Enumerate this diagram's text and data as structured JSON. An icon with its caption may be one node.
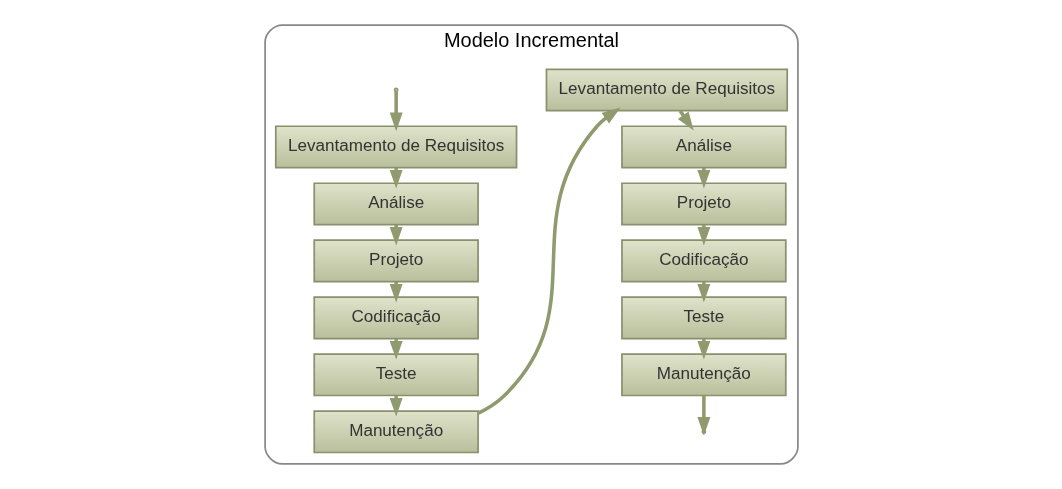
{
  "diagram": {
    "nodes": [
      {
        "text": [
          "Modelo Incremental"
        ]
      },
      {
        "text": [
          "Levantamento de Requisitos"
        ],
        "in": 0
      },
      {
        "text": [
          "Análise"
        ],
        "in": 0
      },
      {
        "text": [
          "Projeto"
        ],
        "in": 0
      },
      {
        "text": [
          "Codificação"
        ],
        "in": 0
      },
      {
        "text": [
          "Teste"
        ],
        "in": 0
      },
      {
        "text": [
          "Manutenção"
        ],
        "in": 0
      },
      {
        "text": [
          "Levantamento de Requisitos"
        ],
        "in": 0
      },
      {
        "text": [
          "Análise"
        ],
        "in": 0
      },
      {
        "text": [
          "Projeto"
        ],
        "in": 0
      },
      {
        "text": [
          "Codificação"
        ],
        "in": 0
      },
      {
        "text": [
          "Teste"
        ],
        "in": 0
      },
      {
        "text": [
          "Manutenção"
        ],
        "in": 0
      }
    ],
    "edges": [
      {
        "from": null,
        "to": 1,
        "arrow": "to"
      },
      {
        "from": 1,
        "to": 2,
        "arrow": "to"
      },
      {
        "from": 2,
        "to": 3,
        "arrow": "to"
      },
      {
        "from": 3,
        "to": 4,
        "arrow": "to"
      },
      {
        "from": 4,
        "to": 5,
        "arrow": "to"
      },
      {
        "from": 5,
        "to": 6,
        "arrow": "to"
      },
      {
        "from": 6,
        "to": 7,
        "arrow": "to"
      },
      {
        "from": 7,
        "to": 8,
        "arrow": "to"
      },
      {
        "from": 8,
        "to": 9,
        "arrow": "to"
      },
      {
        "from": 9,
        "to": 10,
        "arrow": "to"
      },
      {
        "from": 10,
        "to": 11,
        "arrow": "to"
      },
      {
        "from": 11,
        "to": 12,
        "arrow": "to"
      },
      {
        "from": 12,
        "to": null,
        "arrow": "to"
      }
    ]
  }
}
